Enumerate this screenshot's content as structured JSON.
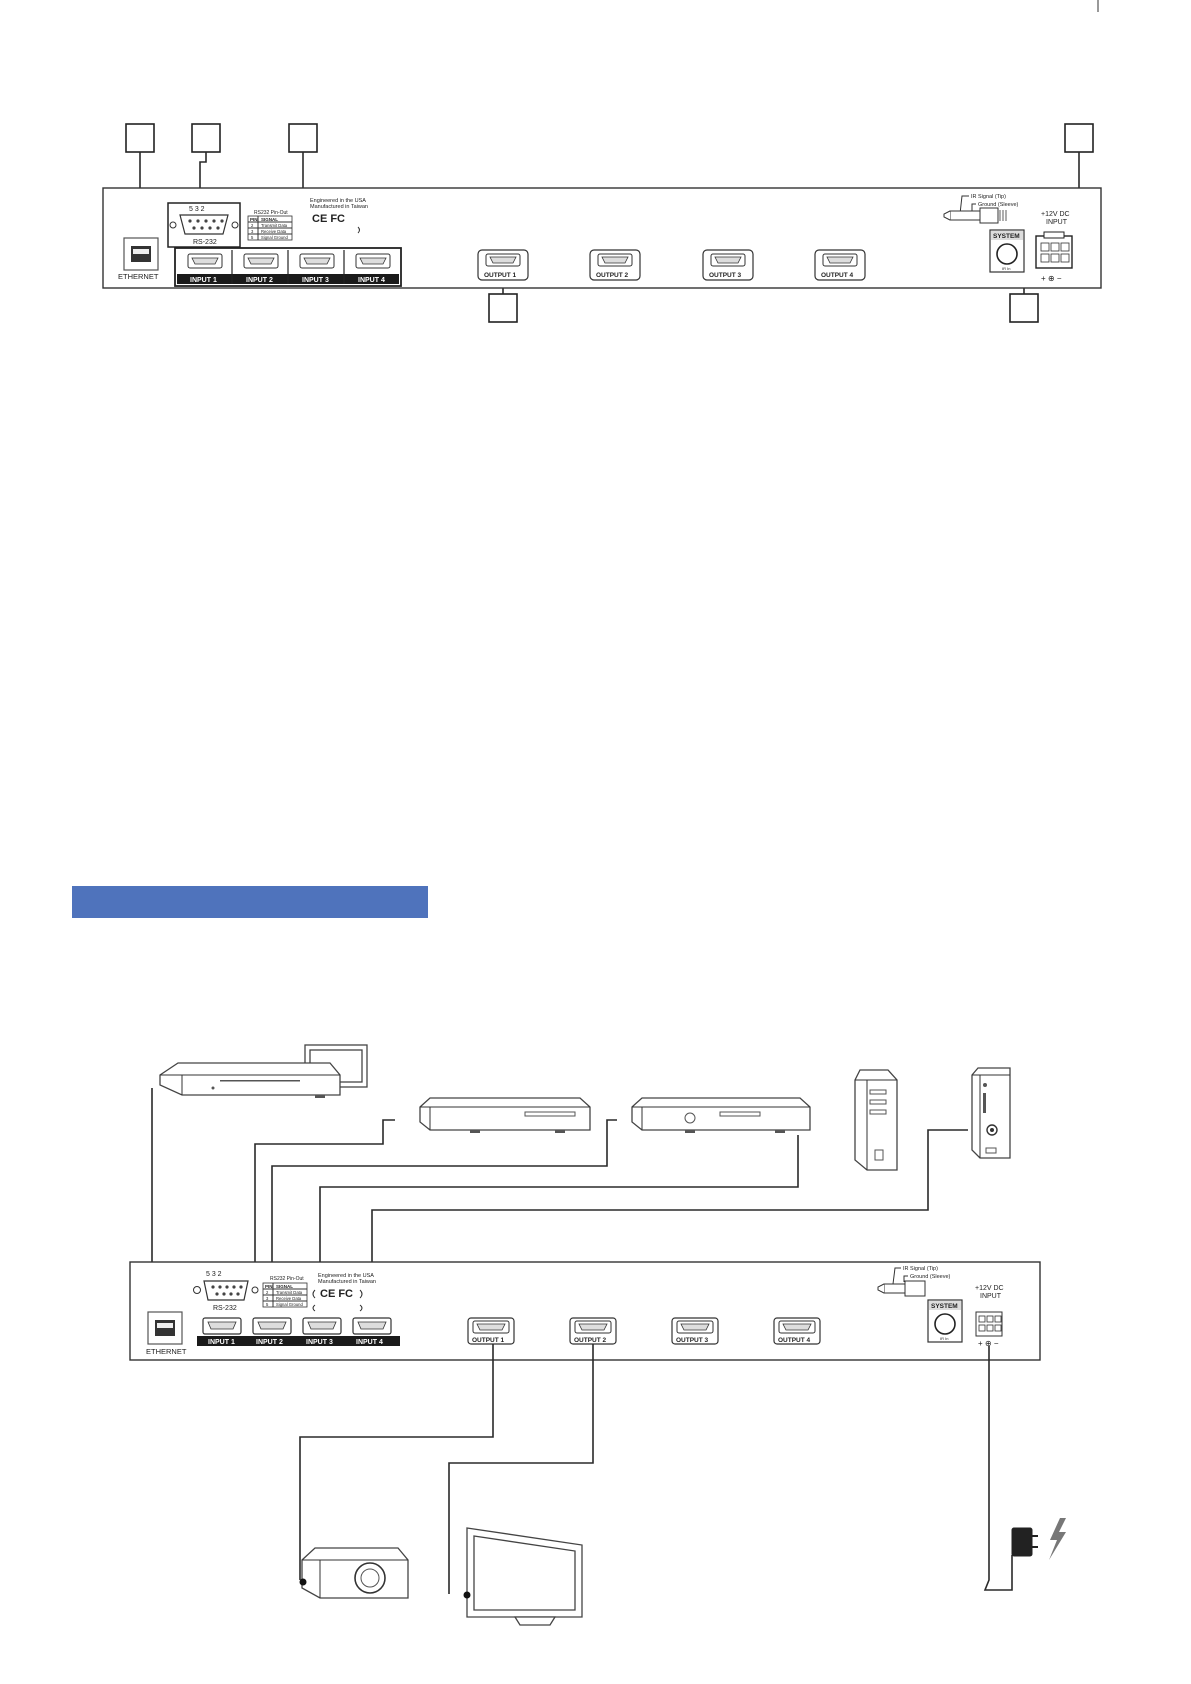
{
  "panel": {
    "ethernet_label": "ETHERNET",
    "rs232_label": "RS-232",
    "rs232_pins": "5    3  2",
    "pinout_title": "RS232 Pin-Out",
    "pinout_header_pin": "PIN",
    "pinout_header_signal": "SIGNAL",
    "pinout_rows": [
      {
        "pin": "2",
        "signal": "Transmit Data"
      },
      {
        "pin": "3",
        "signal": "Receive Data"
      },
      {
        "pin": "5",
        "signal": "Signal Ground"
      }
    ],
    "engineered": "Engineered in the USA",
    "manufactured": "Manufactured in Taiwan",
    "cert": "CE FC",
    "inputs": [
      "INPUT 1",
      "INPUT  2",
      "INPUT  3",
      "INPUT  4"
    ],
    "outputs": [
      "OUTPUT 1",
      "OUTPUT 2",
      "OUTPUT 3",
      "OUTPUT 4"
    ],
    "ir_signal": "IR Signal (Tip)",
    "ground": "Ground (Sleeve)",
    "system_label": "SYSTEM",
    "system_sub": "IR In",
    "dc_label_1": "+12V DC",
    "dc_label_2": "INPUT",
    "polarity": "+ ⊕ −"
  },
  "colors": {
    "section_bar": "#4f73bc",
    "input_bar": "#1a1a1a"
  }
}
